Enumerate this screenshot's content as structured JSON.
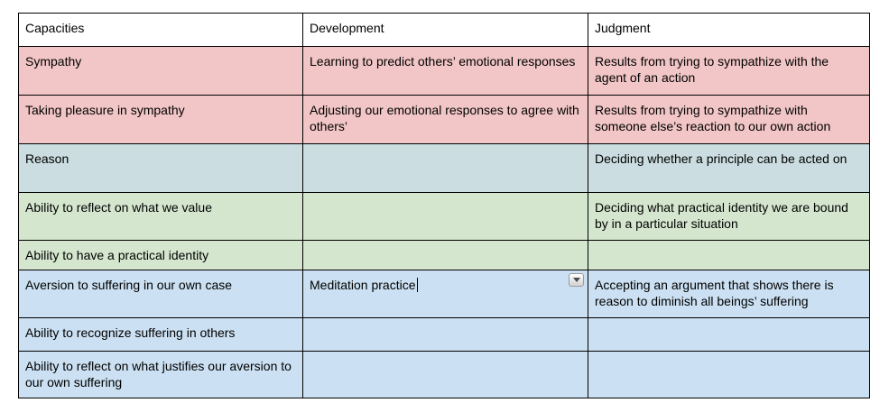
{
  "table": {
    "header": {
      "capacities": "Capacities",
      "development": "Development",
      "judgment": "Judgment"
    },
    "rows": [
      {
        "capacities": "Sympathy",
        "development": "Learning to predict others’ emotional responses",
        "judgment": "Results from trying to sympathize with the agent of an action",
        "color": "#f2c6c6"
      },
      {
        "capacities": "Taking pleasure in sympathy",
        "development": "Adjusting our emotional responses to agree with others’",
        "judgment": "Results from trying to sympathize with someone else’s reaction to our own action",
        "color": "#f2c6c6"
      },
      {
        "capacities": "Reason",
        "development": "",
        "judgment": "Deciding whether a principle can be acted on",
        "color": "#cbdde0"
      },
      {
        "capacities": "Ability to reflect on what we value",
        "development": "",
        "judgment": "Deciding what practical identity we are bound by in a particular situation",
        "color": "#d5e6cf"
      },
      {
        "capacities": "Ability to have a practical identity",
        "development": "",
        "judgment": "",
        "color": "#d5e6cf"
      },
      {
        "capacities": "Aversion to suffering in our own case",
        "development": "Meditation practice",
        "judgment": "Accepting an argument that shows there is reason to diminish all beings’ suffering",
        "color": "#cbe0f2"
      },
      {
        "capacities": "Ability to recognize suffering in others",
        "development": "",
        "judgment": "",
        "color": "#cbe0f2"
      },
      {
        "capacities": "Ability to reflect on what justifies our aversion to our own suffering",
        "development": "",
        "judgment": "",
        "color": "#cbe0f2"
      }
    ],
    "active_cell": {
      "row_index": 5,
      "column": "development",
      "caret_visible": true,
      "dropdown_icon": "chevron-down"
    },
    "border_color": "#000000",
    "header_background": "#ffffff"
  }
}
